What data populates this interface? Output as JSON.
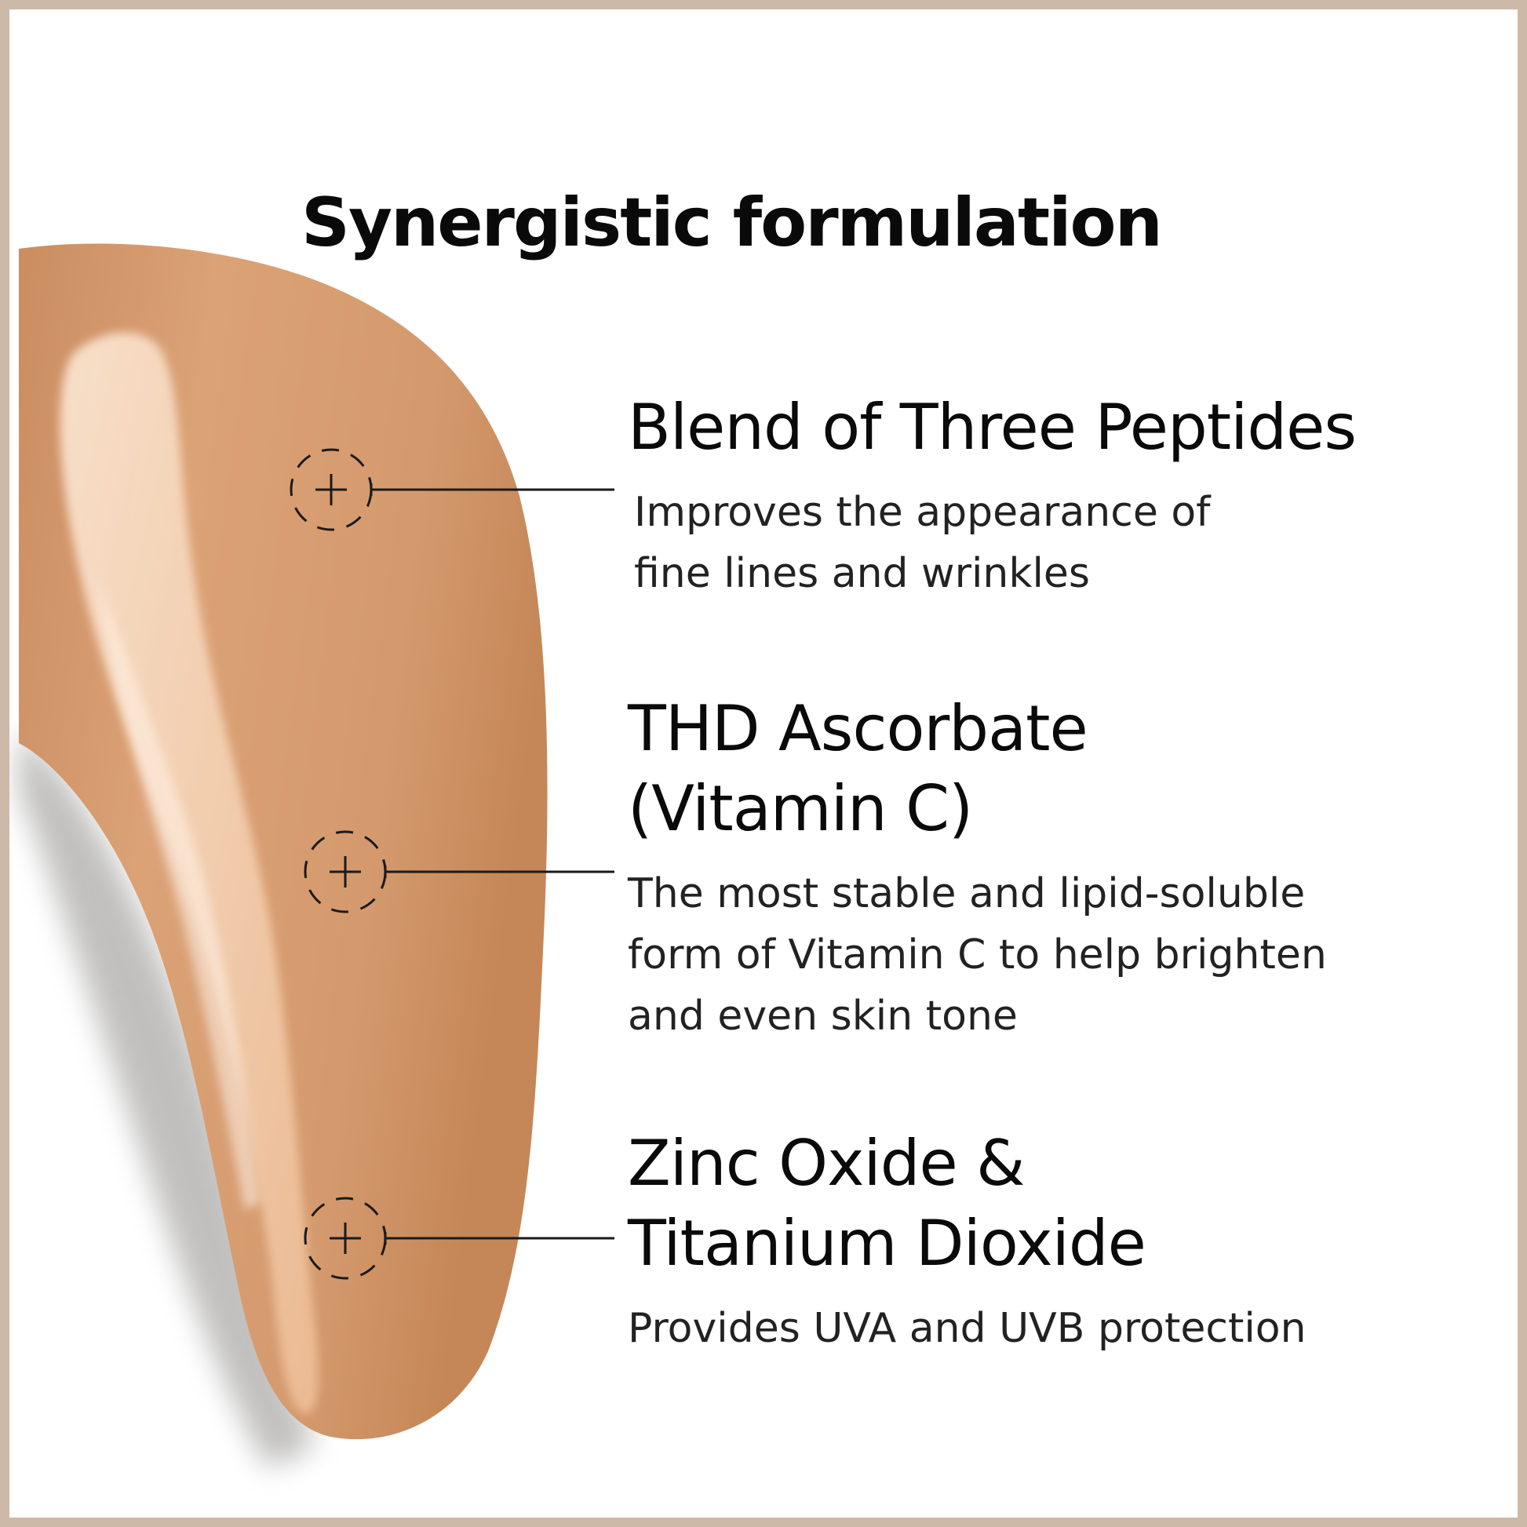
{
  "title": "Synergistic formulation",
  "features": [
    {
      "title": "Blend of Three Peptides",
      "description_lines": [
        "Improves the appearance of",
        "fine lines and wrinkles"
      ]
    },
    {
      "title_lines": [
        "THD Ascorbate",
        "(Vitamin C)"
      ],
      "description_lines": [
        "The most stable and lipid-soluble",
        "form of Vitamin C to help brighten",
        "and even skin tone"
      ]
    },
    {
      "title_lines": [
        "Zinc Oxide &",
        "Titanium Dioxide"
      ],
      "description_lines": [
        "Provides UVA and UVB protection"
      ]
    }
  ],
  "icons": [
    "plus-marker-icon",
    "plus-marker-icon",
    "plus-marker-icon"
  ],
  "colors": {
    "frame": "#cdb9a8",
    "swatch_base": "#d89f72",
    "swatch_highlight": "#f8dcc2",
    "text": "#0a0a0a",
    "line": "#1a1a1a"
  }
}
